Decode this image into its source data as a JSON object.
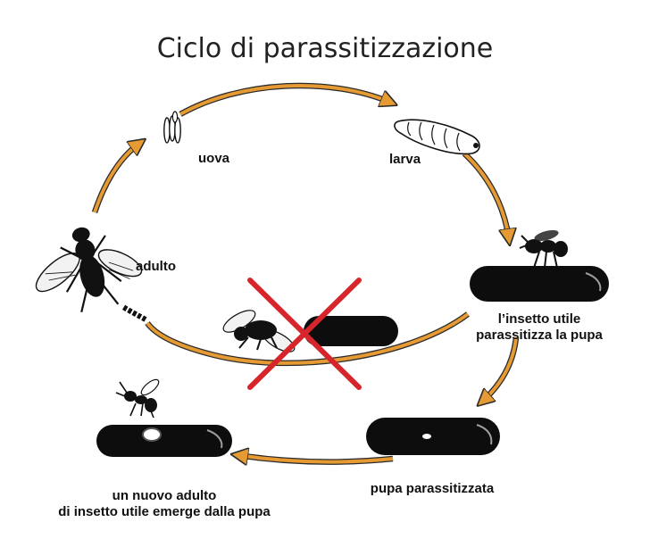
{
  "title": "Ciclo di parassitizzazione",
  "labels": {
    "eggs": "uova",
    "larva": "larva",
    "adult": "adulto",
    "parasitizes_line1": "l’insetto utile",
    "parasitizes_line2": "parassitizza la pupa",
    "parasitized_pupa": "pupa parassitizzata",
    "emerges_line1": "un nuovo adulto",
    "emerges_line2": "di insetto utile emerge dalla pupa"
  },
  "colors": {
    "arrow": "#e59a33",
    "arrow_outline": "#2a2a2a",
    "ink": "#111111",
    "cross": "#d6262b"
  },
  "icons": [
    "eggs-icon",
    "larva-icon",
    "fly-adult-icon",
    "wasp-icon",
    "pupa-icon",
    "cross-icon"
  ]
}
